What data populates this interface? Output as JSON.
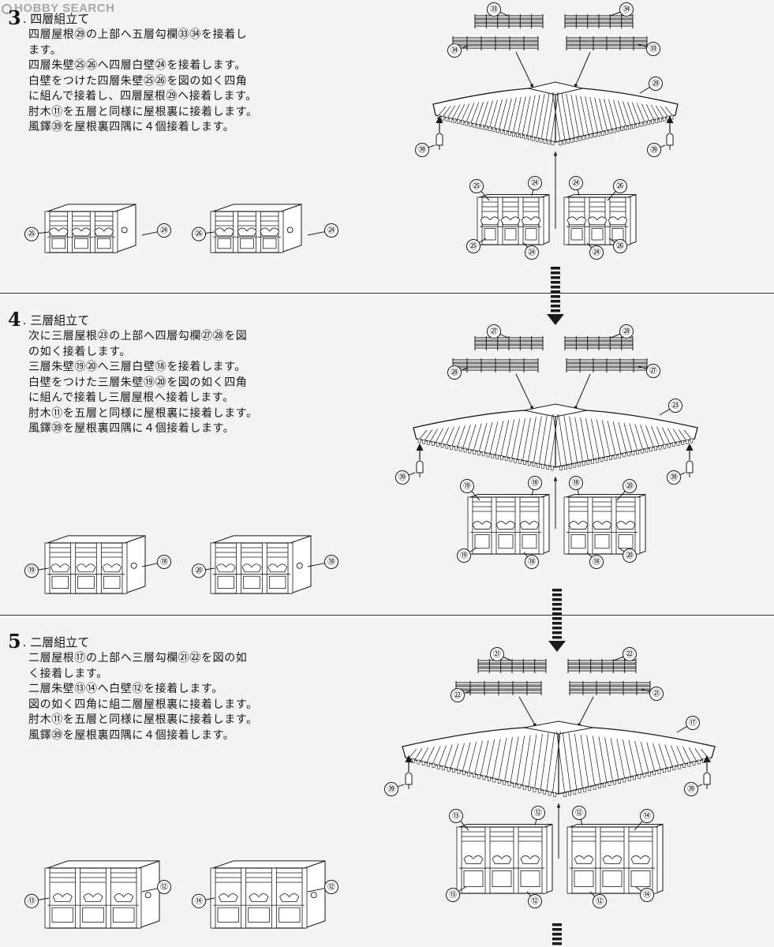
{
  "watermark": {
    "brand": "HOBBY SEARCH"
  },
  "steps": [
    {
      "number": "3",
      "title": ". 四層組立て",
      "lines": [
        "四層屋根㉙の上部へ五層勾欄㉝㉞を接着し",
        "ます。",
        "四層朱壁㉕㉖へ四層白壁㉔を接着します。",
        "白壁をつけた四層朱壁㉕㉖を図の如く四角",
        "に組んで接着し、四層屋根㉙へ接着します。",
        "肘木⑪を五層と同様に屋根裏に接着します。",
        "風鐸㊴を屋根裏四隅に４個接着します。"
      ],
      "callouts": {
        "railing_a": "㉝",
        "railing_b": "㉞",
        "roof": "㉙",
        "bell": "㊴",
        "red_wall_a": "㉕",
        "red_wall_b": "㉖",
        "white_wall": "㉔"
      }
    },
    {
      "number": "4",
      "title": ". 三層組立て",
      "lines": [
        "次に三層屋根㉓の上部へ四層勾欄㉗㉘を図",
        "の如く接着します。",
        "三層朱壁⑲⑳へ三層白壁⑱を接着します。",
        "白壁をつけた三層朱壁⑲⑳を図の如く四角",
        "に組んで接着し三層屋根へ接着します。",
        "肘木⑪を五層と同様に屋根裏に接着します。",
        "風鐸㊴を屋根裏四隅に４個接着します。"
      ],
      "callouts": {
        "railing_a": "㉗",
        "railing_b": "㉘",
        "roof": "㉓",
        "bell": "㊴",
        "red_wall_a": "⑲",
        "red_wall_b": "⑳",
        "white_wall": "⑱"
      }
    },
    {
      "number": "5",
      "title": ". 二層組立て",
      "lines": [
        "二層屋根⑰の上部へ三層勾欄㉑㉒を図の如",
        "く接着します。",
        "二層朱壁⑬⑭へ白壁⑫を接着します。",
        "図の如く四角に組二層屋根裏に接着します。",
        "肘木⑪を五層と同様に屋根裏に接着します。",
        "風鐸㊴を屋根裏四隅に４個接着します。"
      ],
      "callouts": {
        "railing_a": "㉑",
        "railing_b": "㉒",
        "roof": "⑰",
        "bell": "㊴",
        "red_wall_a": "⑬",
        "red_wall_b": "⑭",
        "white_wall": "⑫"
      }
    }
  ]
}
